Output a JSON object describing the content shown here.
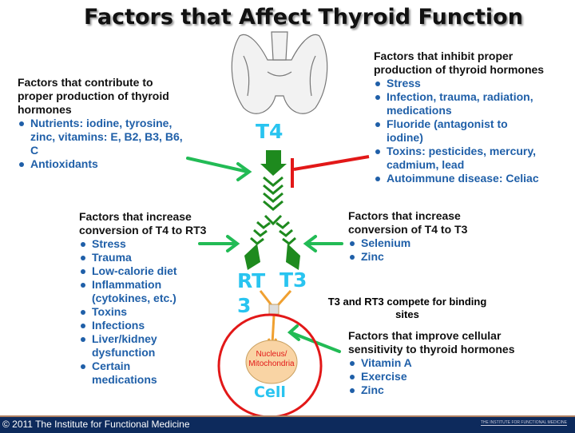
{
  "title": "Factors that Affect Thyroid Function",
  "labels": {
    "t4": "T4",
    "rt3": "RT 3",
    "t3": "T3",
    "cell": "Cell",
    "nucleus": "Nucleus/ Mitochondria",
    "compete": "T3 and RT3 compete for binding sites"
  },
  "contribute": {
    "heading": "Factors that contribute to proper production of thyroid hormones",
    "items": [
      "Nutrients: iodine, tyrosine, zinc, vitamins: E, B2, B3, B6, C",
      "Antioxidants"
    ]
  },
  "inhibit": {
    "heading": "Factors that inhibit proper production of thyroid hormones",
    "items": [
      "Stress",
      "Infection, trauma, radiation, medications",
      "Fluoride (antagonist to iodine)",
      "Toxins: pesticides, mercury, cadmium, lead",
      "Autoimmune disease: Celiac"
    ]
  },
  "increase_rt3": {
    "heading": "Factors that increase conversion of T4 to RT3",
    "items": [
      "Stress",
      "Trauma",
      "Low-calorie diet",
      "Inflammation (cytokines, etc.)",
      "Toxins",
      "Infections",
      "Liver/kidney dysfunction",
      "Certain medications"
    ]
  },
  "increase_t3": {
    "heading": "Factors that increase conversion of T4 to T3",
    "items": [
      "Selenium",
      "Zinc"
    ]
  },
  "sensitivity": {
    "heading": "Factors that improve cellular sensitivity to thyroid hormones",
    "items": [
      "Vitamin A",
      "Exercise",
      "Zinc"
    ]
  },
  "footer": {
    "copyright": "© 2011 The Institute for Functional Medicine",
    "logo": "THE INSTITUTE FOR FUNCTIONAL MEDICINE"
  }
}
